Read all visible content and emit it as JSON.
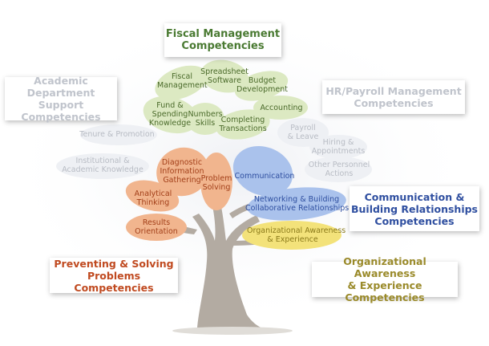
{
  "colors": {
    "fiscal": "#4a7a32",
    "communication": "#2f4fa0",
    "organizational": "#9a8a2a",
    "problem": "#c04a20",
    "faded": "#c0c4cc",
    "trunk": "#b3aba2"
  },
  "competencies": {
    "fiscal": {
      "title": [
        "Fiscal Management",
        "Competencies"
      ],
      "skills": [
        [
          "Fiscal",
          "Management"
        ],
        [
          "Spreadsheet",
          "Software"
        ],
        [
          "Budget",
          "Development"
        ],
        [
          "Fund &",
          "Spending",
          "Knowledge"
        ],
        [
          "Numbers",
          "Skills"
        ],
        [
          "Completing",
          "Transactions"
        ],
        [
          "Accounting"
        ]
      ]
    },
    "academic": {
      "title": [
        "Academic",
        "Department Support",
        "Competencies"
      ],
      "skills": [
        [
          "Tenure & Promotion"
        ],
        [
          "Institutional &",
          "Academic Knowledge"
        ]
      ]
    },
    "hr": {
      "title": [
        "HR/Payroll Management",
        "Competencies"
      ],
      "skills": [
        [
          "Payroll",
          "& Leave"
        ],
        [
          "Hiring &",
          "Appointments"
        ],
        [
          "Other Personnel",
          "Actions"
        ]
      ]
    },
    "communication": {
      "title": [
        "Communication &",
        "Building Relationships",
        "Competencies"
      ],
      "skills": [
        [
          "Communication"
        ],
        [
          "Networking & Building",
          "Collaborative Relationships"
        ]
      ]
    },
    "organizational": {
      "title": [
        "Organizational Awareness",
        "& Experience Competencies"
      ],
      "skills": [
        [
          "Organizational Awareness",
          "& Experience"
        ]
      ]
    },
    "problem": {
      "title": [
        "Preventing & Solving",
        "Problems Competencies"
      ],
      "skills": [
        [
          "Diagnostic",
          "Information",
          "Gathering"
        ],
        [
          "Problem",
          "Solving"
        ],
        [
          "Analytical",
          "Thinking"
        ],
        [
          "Results",
          "Orientation"
        ]
      ]
    }
  }
}
